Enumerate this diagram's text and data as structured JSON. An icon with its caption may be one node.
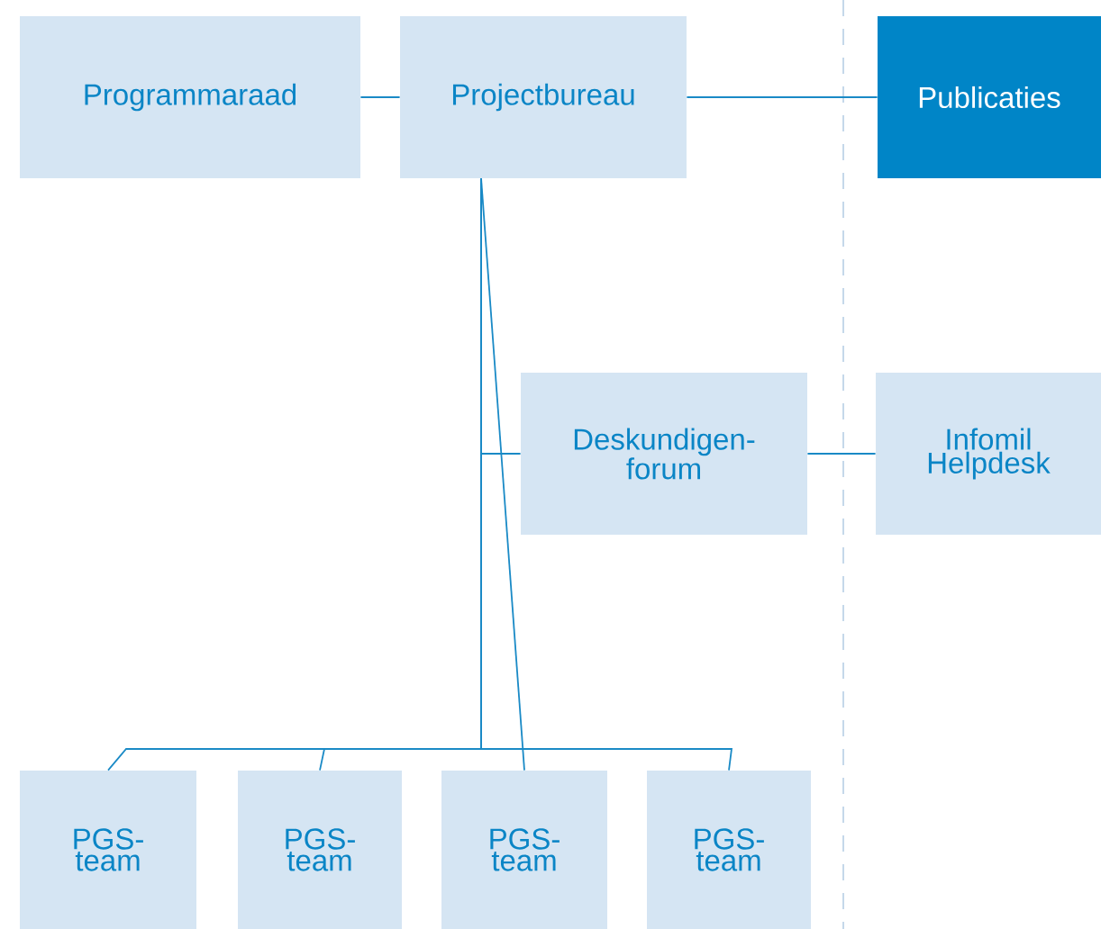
{
  "diagram": {
    "nodes": [
      {
        "text": [
          "Programmaraad"
        ]
      },
      {
        "text": [
          "Projectbureau"
        ]
      },
      {
        "text": [
          "Publicaties"
        ]
      },
      {
        "text": [
          "Deskundigen- forum"
        ]
      },
      {
        "text": [
          "Infomil Helpdesk"
        ]
      },
      {
        "text": [
          "PGS- team"
        ]
      },
      {
        "text": [
          "PGS- team"
        ]
      },
      {
        "text": [
          "PGS- team"
        ]
      },
      {
        "text": [
          "PGS- team"
        ]
      }
    ],
    "edges": [
      {
        "from": 0,
        "to": 1,
        "arrow": "none"
      },
      {
        "from": 1,
        "to": 2,
        "arrow": "none"
      },
      {
        "from": 1,
        "to": 3,
        "arrow": "none"
      },
      {
        "from": 3,
        "to": 4,
        "arrow": "none"
      },
      {
        "from": 1,
        "to": 5,
        "arrow": "none"
      },
      {
        "from": 1,
        "to": 6,
        "arrow": "none"
      },
      {
        "from": 1,
        "to": 7,
        "arrow": "none"
      },
      {
        "from": 1,
        "to": 8,
        "arrow": "none"
      }
    ]
  }
}
